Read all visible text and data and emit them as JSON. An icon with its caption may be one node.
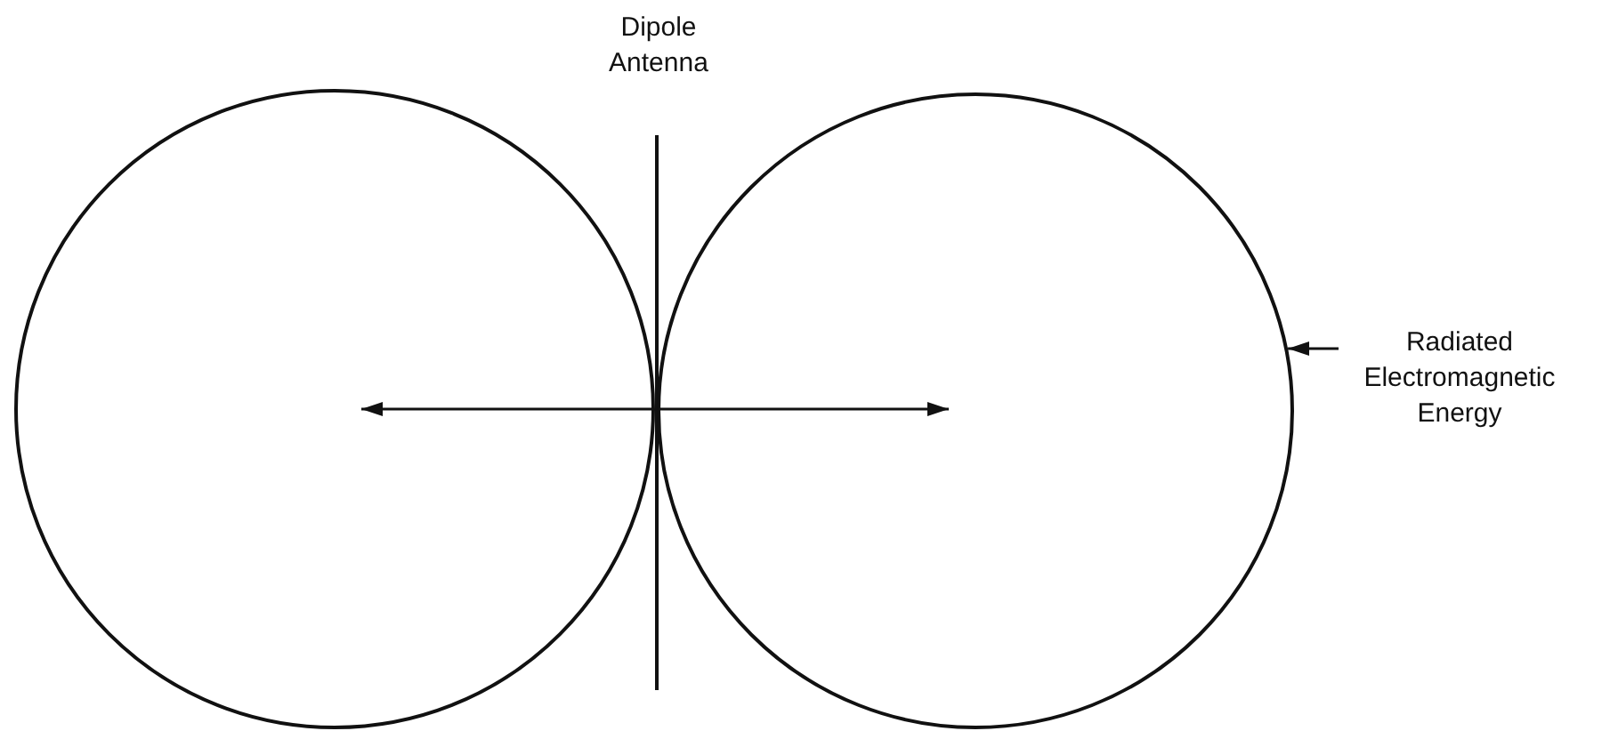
{
  "diagram": {
    "nodes": [
      {
        "text": [],
        "shape": "circle"
      },
      {
        "text": [],
        "shape": "bar"
      },
      {
        "text": [],
        "shape": "circle"
      },
      {
        "text": [
          "Radiated Electromagnetic Energy"
        ]
      }
    ],
    "edges": [
      {
        "from": 1,
        "to": 0,
        "arrow": "to"
      },
      {
        "from": 1,
        "to": 2,
        "arrow": "to"
      },
      {
        "from": 3,
        "to": 2,
        "arrow": "to"
      }
    ],
    "labels": [
      "Dipole Antenna"
    ]
  }
}
